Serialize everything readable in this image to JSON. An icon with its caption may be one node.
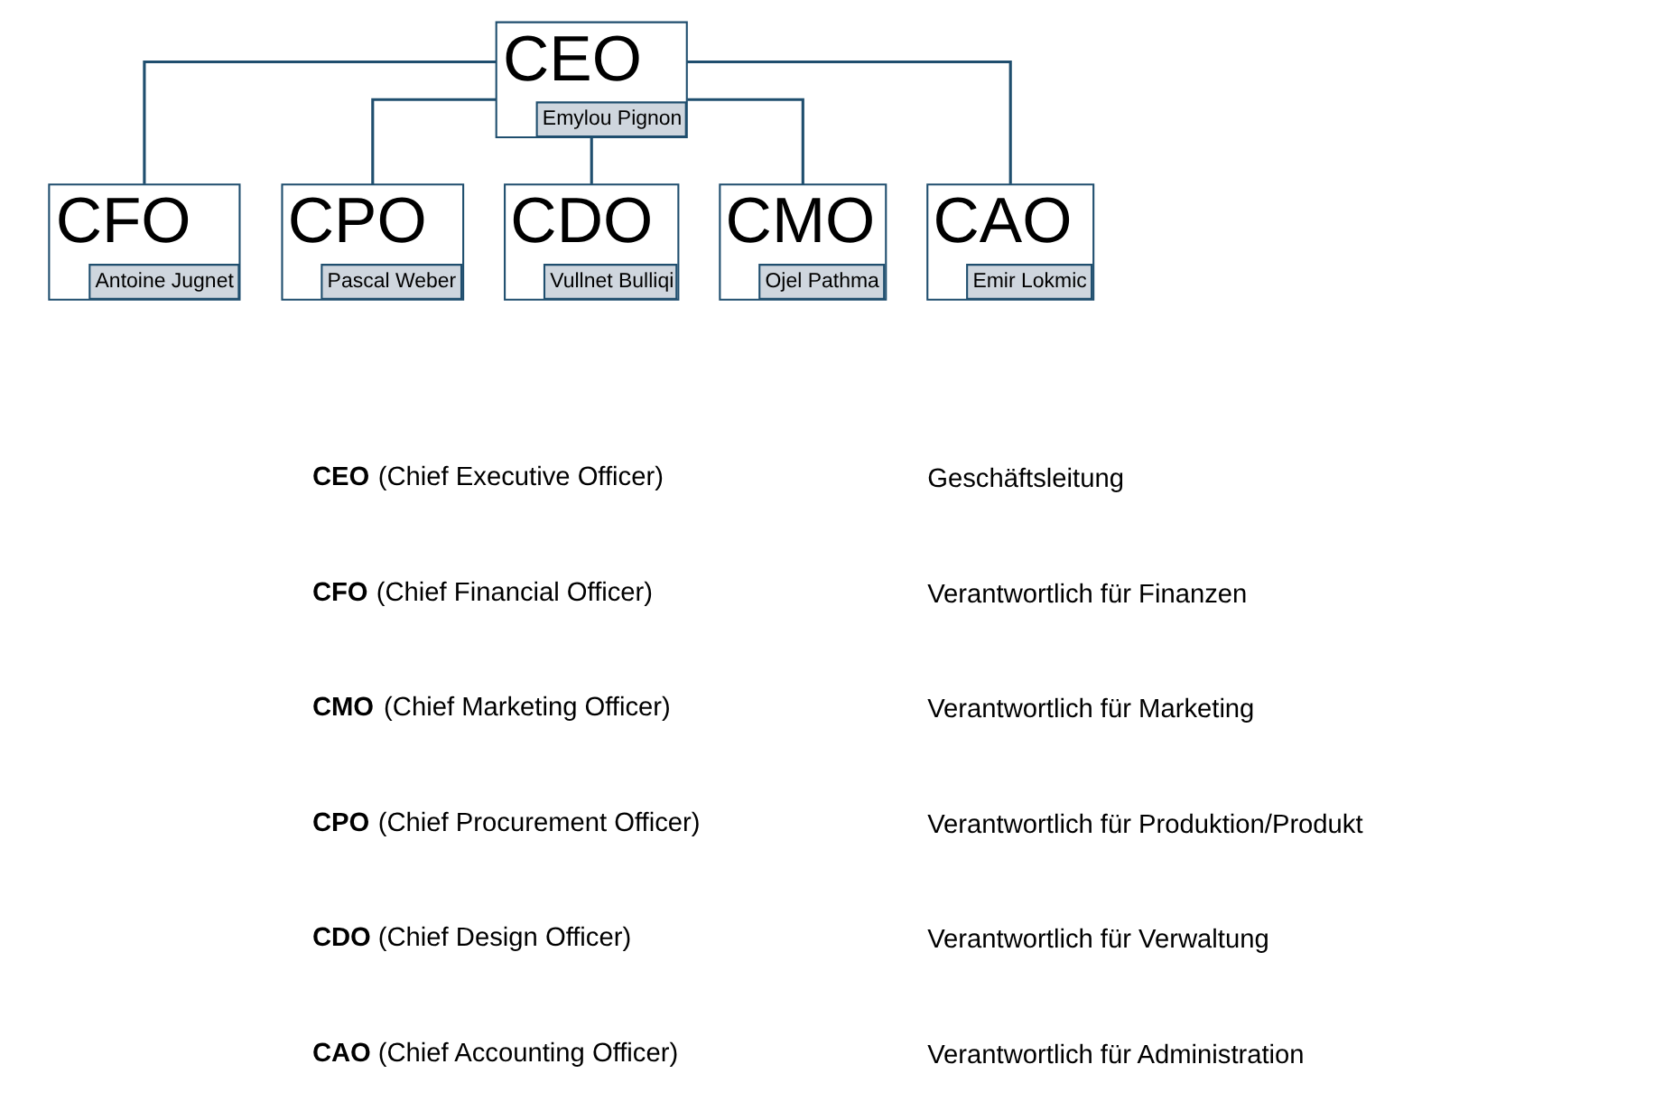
{
  "diagram": {
    "nodes": [
      {
        "text": [
          "CEO",
          "Emylou Pignon"
        ]
      },
      {
        "text": [
          "CFO",
          "Antoine Jugnet"
        ]
      },
      {
        "text": [
          "CPO",
          "Pascal Weber"
        ]
      },
      {
        "text": [
          "CDO",
          "Vullnet Bulliqi"
        ]
      },
      {
        "text": [
          "CMO",
          "Ojel Pathma"
        ]
      },
      {
        "text": [
          "CAO",
          "Emir Lokmic"
        ]
      }
    ],
    "edges": [
      {
        "from": 0,
        "to": 1,
        "arrow": "none"
      },
      {
        "from": 0,
        "to": 2,
        "arrow": "none"
      },
      {
        "from": 0,
        "to": 3,
        "arrow": "none"
      },
      {
        "from": 0,
        "to": 4,
        "arrow": "none"
      },
      {
        "from": 0,
        "to": 5,
        "arrow": "none"
      }
    ],
    "labels": [
      "**CEO** (Chief Executive Officer)",
      "Geschäftsleitung",
      "**CFO** (Chief Financial Officer)",
      "Verantwortlich für Finanzen",
      "**CMO** (Chief Marketing Officer)",
      "Verantwortlich für Marketing",
      "**CPO** (Chief Procurement Officer)",
      "Verantwortlich für Produktion/Produkt",
      "**CDO** (Chief Design Officer)",
      "Verantwortlich für Verwaltung",
      "**CAO** (Chief Accounting Officer)",
      "Verantwortlich für Administration"
    ]
  }
}
